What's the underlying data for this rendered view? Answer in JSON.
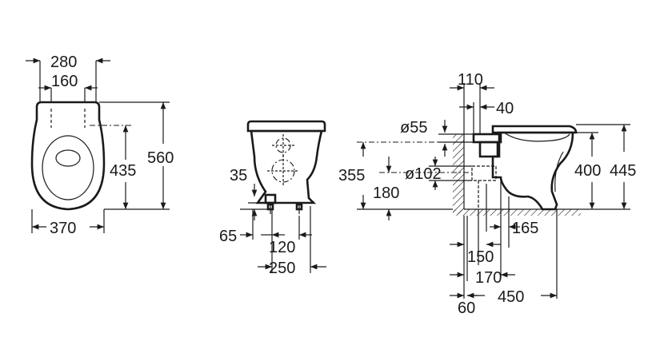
{
  "diagram": {
    "top_view": {
      "width_overall": "280",
      "fixing_spacing": "160",
      "body_width": "370",
      "depth_to_fixing": "435",
      "overall_depth": "560"
    },
    "front_view": {
      "inlet_height": "35",
      "foot_offset": "65",
      "fixing_spacing": "120",
      "base_width": "250"
    },
    "side_view": {
      "wall_to_inlet": "110",
      "inlet_offset": "40",
      "inlet_diameter": "ø55",
      "outlet_diameter": "ø102",
      "outlet_height_top": "355",
      "outlet_height_center": "180",
      "rim_height": "400",
      "seat_height": "445",
      "outlet_to_pan": "165",
      "wall_to_fixing": "150",
      "wall_to_outlet": "170",
      "wall_gap": "60",
      "pan_length": "450"
    }
  }
}
